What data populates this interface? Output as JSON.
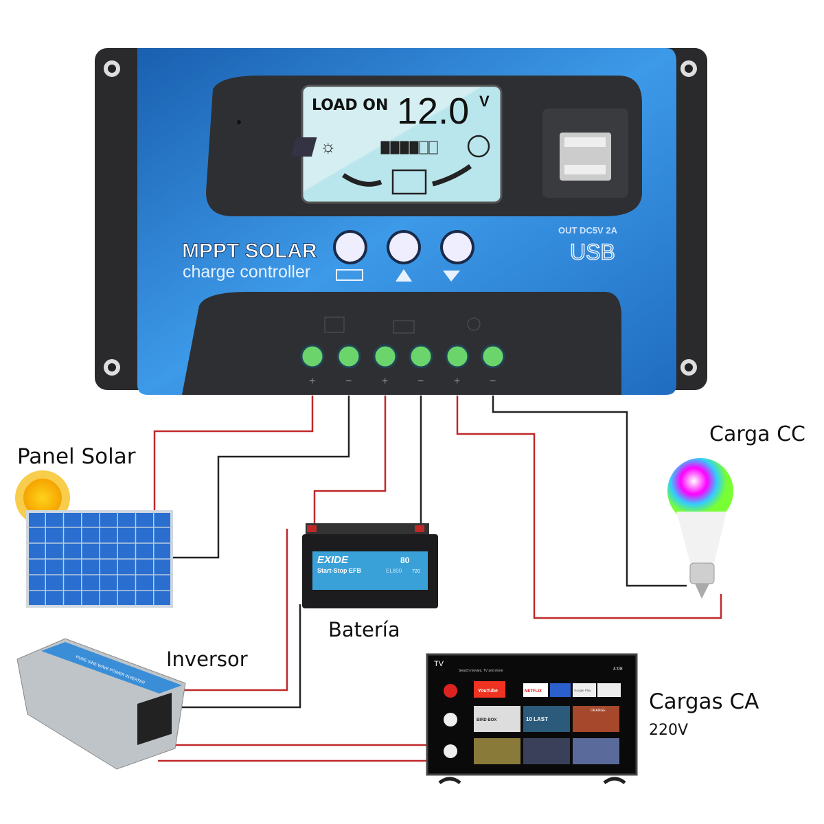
{
  "controller": {
    "brand_line1": "MPPT SOLAR",
    "brand_line2": "charge controller",
    "lcd": {
      "status": "LOAD ON",
      "voltage": "12.0",
      "unit": "V",
      "battery_level_bars": 4,
      "battery_level_max": 6
    },
    "usb_rating": "OUT DC5V 2A",
    "usb_label": "USB",
    "buttons": [
      {
        "icon": "menu-icon"
      },
      {
        "icon": "plus-icon"
      },
      {
        "icon": "minus-light-icon"
      }
    ],
    "terminal_groups": [
      "solar-panel-icon",
      "battery-icon",
      "bulb-icon"
    ],
    "terminal_polarity": [
      "+",
      "−",
      "+",
      "−",
      "+",
      "−"
    ]
  },
  "labels": {
    "solar_panel": "Panel Solar",
    "battery": "Batería",
    "inverter": "Inversor",
    "dc_load": "Carga CC",
    "ac_loads": "Cargas CA",
    "ac_voltage": "220V"
  },
  "battery": {
    "brand": "EXIDE",
    "model": "Start-Stop EFB",
    "capacity": "80",
    "code": "EL800",
    "cca": "720"
  },
  "inverter": {
    "text": "PURE SINE WAVE POWER INVERTER"
  },
  "tv": {
    "corner": "TV",
    "search": "Search movies, TV and more",
    "time": "4:08",
    "apps": [
      "YouTube",
      "NETFLIX",
      "Google Play"
    ],
    "tiles": [
      "BIRD BOX",
      "10 LAST",
      "ORANGE"
    ]
  },
  "colors": {
    "wire_positive": "#c0282a",
    "wire_negative": "#222222",
    "controller_blue": "#2f86d6",
    "lcd": "#c8ecf2"
  }
}
